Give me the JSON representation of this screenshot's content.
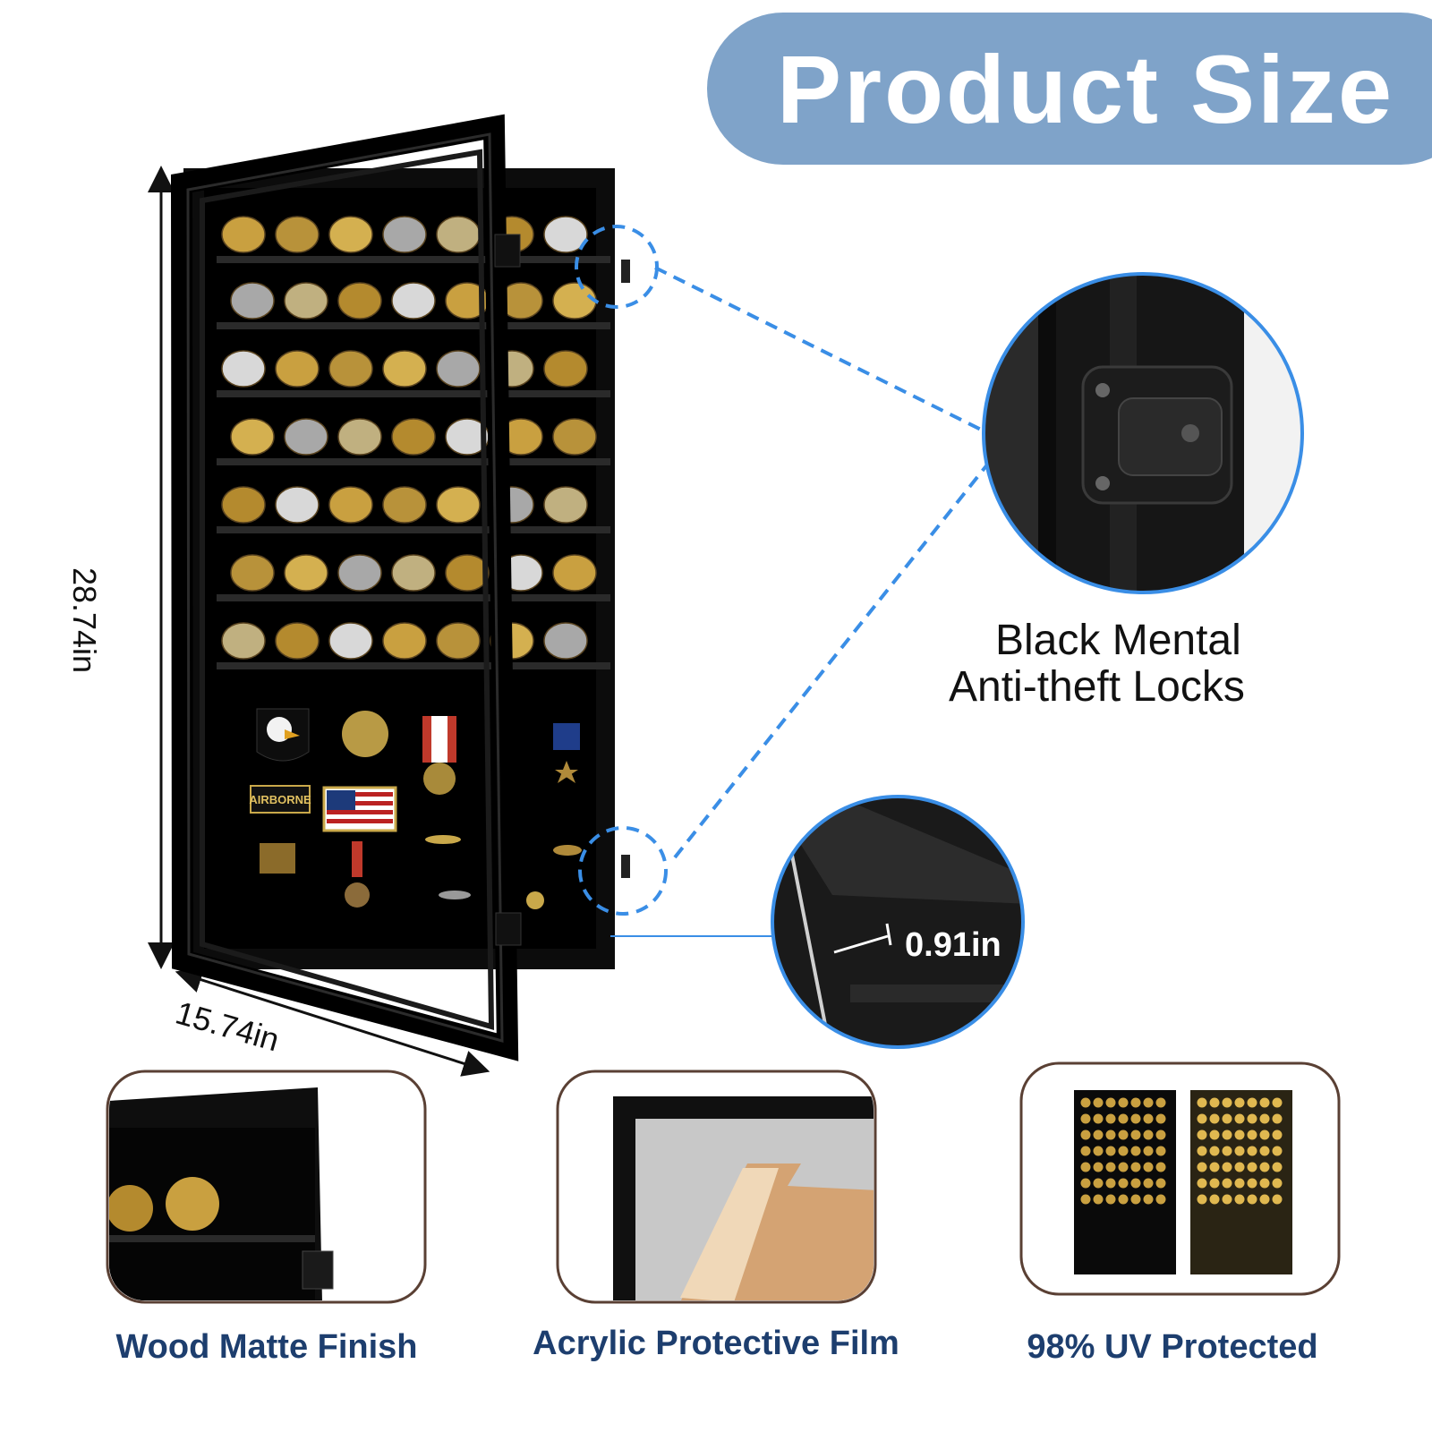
{
  "header": {
    "title": "Product Size"
  },
  "dimensions": {
    "height": "28.74in",
    "width": "15.74in",
    "depth": "0.91in"
  },
  "lock_callout": {
    "caption_line1": "Black Mental",
    "caption_line2": "Anti-theft Locks"
  },
  "features": [
    {
      "label": "Wood Matte Finish"
    },
    {
      "label": "Acrylic Protective Film"
    },
    {
      "label": "98% UV Protected"
    }
  ],
  "patch_text": "AIRBORNE",
  "colors": {
    "title_pill": "#7fa3c9",
    "feature_label": "#1d3e6e",
    "callout_line": "#3a8ee6",
    "card_border": "#5a4034",
    "cabinet": "#0c0c0c"
  }
}
